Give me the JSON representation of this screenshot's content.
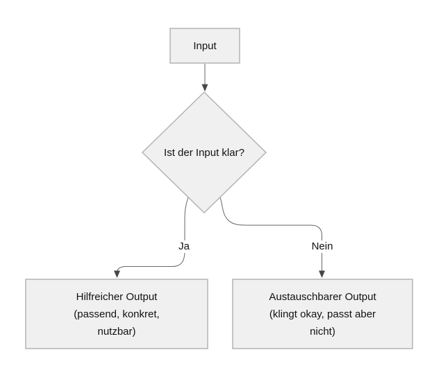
{
  "diagram": {
    "type": "flowchart",
    "direction": "top-down",
    "nodes": {
      "input": {
        "shape": "rectangle",
        "label": "Input"
      },
      "decision": {
        "shape": "diamond",
        "label": "Ist der Input klar?"
      },
      "helpful": {
        "shape": "rectangle",
        "lines": [
          "Hilfreicher Output",
          "(passend, konkret,",
          "nutzbar)"
        ]
      },
      "replaceable": {
        "shape": "rectangle",
        "lines": [
          "Austauschbarer Output",
          "(klingt okay, passt aber",
          "nicht)"
        ]
      }
    },
    "edges": [
      {
        "from": "input",
        "to": "decision",
        "label": ""
      },
      {
        "from": "decision",
        "to": "helpful",
        "label": "Ja"
      },
      {
        "from": "decision",
        "to": "replaceable",
        "label": "Nein"
      }
    ],
    "colors": {
      "background": "#ffffff",
      "node_fill": "#f0f0f0",
      "node_border": "#b3b3b3",
      "edge_line": "#666666",
      "arrowhead": "#474747",
      "text": "#111111"
    }
  }
}
